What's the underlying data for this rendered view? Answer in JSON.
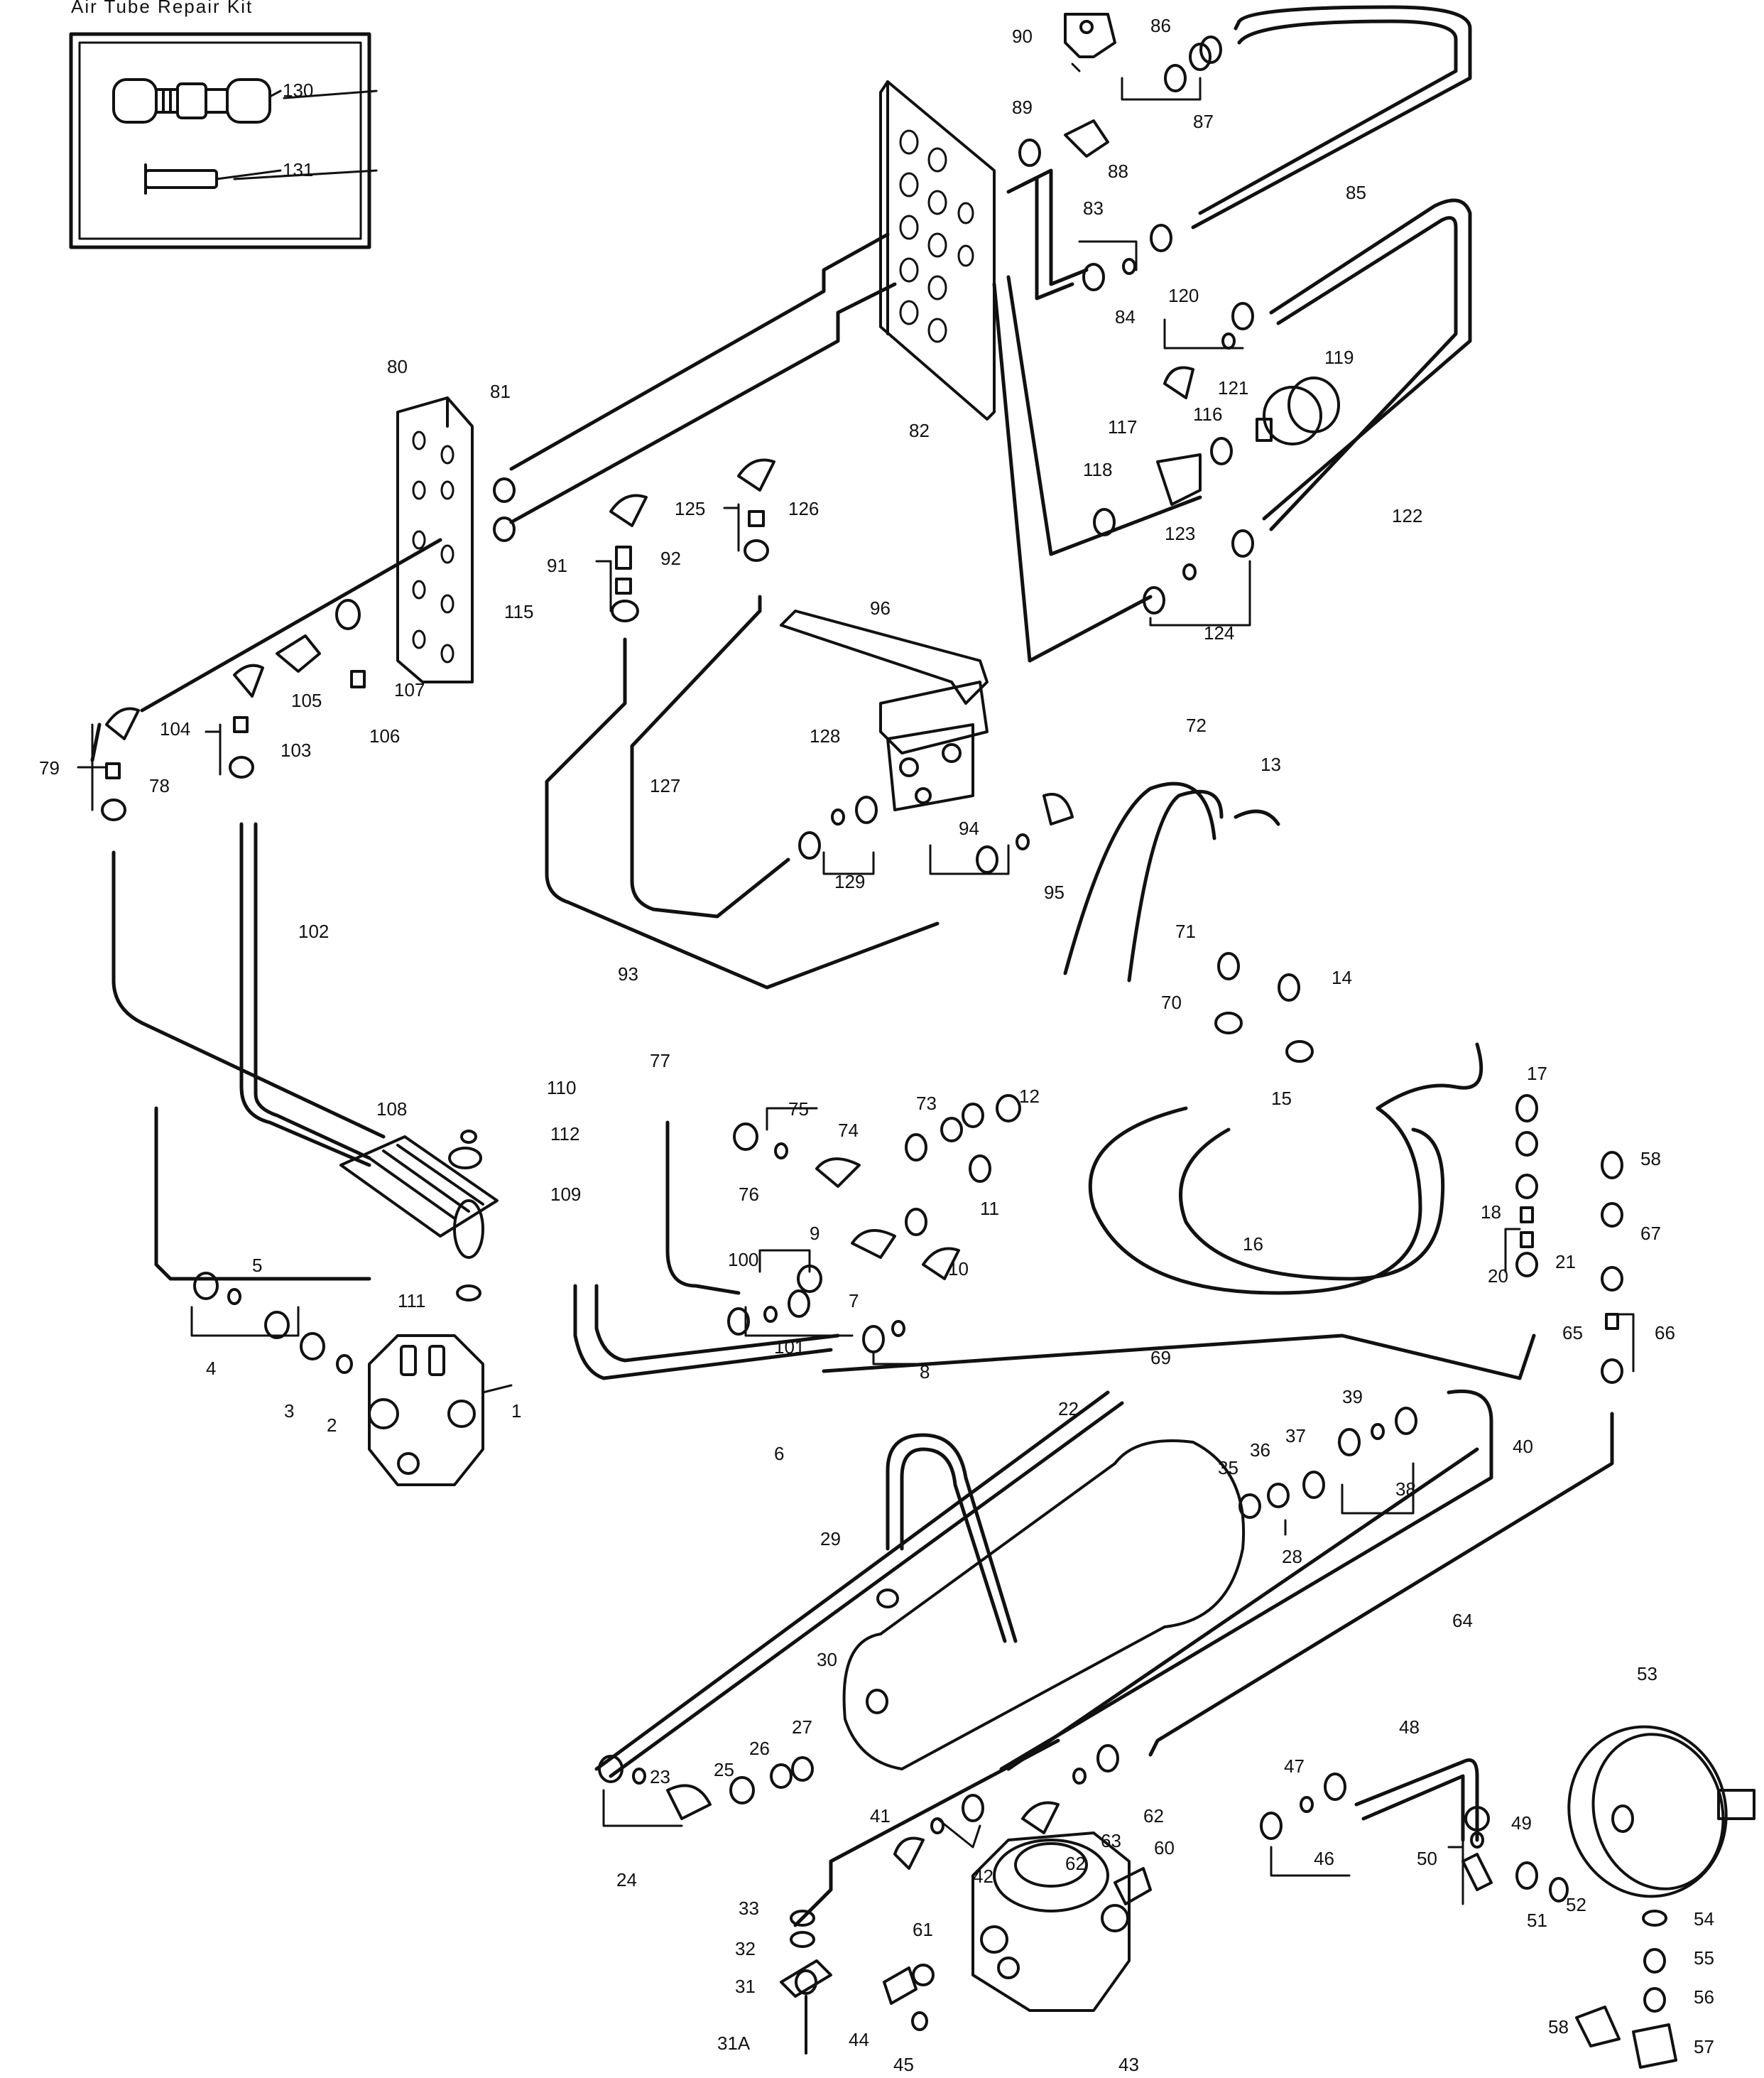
{
  "kit": {
    "title": "Air Tube Repair Kit",
    "items": [
      "130",
      "131"
    ]
  },
  "labels": [
    {
      "id": "kit130",
      "text": "130"
    },
    {
      "id": "kit131",
      "text": "131"
    },
    {
      "id": "l1",
      "text": "1"
    },
    {
      "id": "l2",
      "text": "2"
    },
    {
      "id": "l3",
      "text": "3"
    },
    {
      "id": "l4",
      "text": "4"
    },
    {
      "id": "l5",
      "text": "5"
    },
    {
      "id": "l6",
      "text": "6"
    },
    {
      "id": "l7",
      "text": "7"
    },
    {
      "id": "l8",
      "text": "8"
    },
    {
      "id": "l9",
      "text": "9"
    },
    {
      "id": "l10",
      "text": "10"
    },
    {
      "id": "l11",
      "text": "11"
    },
    {
      "id": "l12",
      "text": "12"
    },
    {
      "id": "l13",
      "text": "13"
    },
    {
      "id": "l14",
      "text": "14"
    },
    {
      "id": "l15",
      "text": "15"
    },
    {
      "id": "l16",
      "text": "16"
    },
    {
      "id": "l17",
      "text": "17"
    },
    {
      "id": "l18",
      "text": "18"
    },
    {
      "id": "l20",
      "text": "20"
    },
    {
      "id": "l21",
      "text": "21"
    },
    {
      "id": "l22",
      "text": "22"
    },
    {
      "id": "l23",
      "text": "23"
    },
    {
      "id": "l24",
      "text": "24"
    },
    {
      "id": "l25",
      "text": "25"
    },
    {
      "id": "l26",
      "text": "26"
    },
    {
      "id": "l27",
      "text": "27"
    },
    {
      "id": "l28",
      "text": "28"
    },
    {
      "id": "l29",
      "text": "29"
    },
    {
      "id": "l30",
      "text": "30"
    },
    {
      "id": "l31",
      "text": "31"
    },
    {
      "id": "l31A",
      "text": "31A"
    },
    {
      "id": "l32",
      "text": "32"
    },
    {
      "id": "l33",
      "text": "33"
    },
    {
      "id": "l35",
      "text": "35"
    },
    {
      "id": "l36",
      "text": "36"
    },
    {
      "id": "l37",
      "text": "37"
    },
    {
      "id": "l38",
      "text": "38"
    },
    {
      "id": "l39",
      "text": "39"
    },
    {
      "id": "l40",
      "text": "40"
    },
    {
      "id": "l41",
      "text": "41"
    },
    {
      "id": "l42",
      "text": "42"
    },
    {
      "id": "l43",
      "text": "43"
    },
    {
      "id": "l44",
      "text": "44"
    },
    {
      "id": "l45",
      "text": "45"
    },
    {
      "id": "l46",
      "text": "46"
    },
    {
      "id": "l47",
      "text": "47"
    },
    {
      "id": "l48",
      "text": "48"
    },
    {
      "id": "l49",
      "text": "49"
    },
    {
      "id": "l50",
      "text": "50"
    },
    {
      "id": "l51",
      "text": "51"
    },
    {
      "id": "l52",
      "text": "52"
    },
    {
      "id": "l53",
      "text": "53"
    },
    {
      "id": "l54",
      "text": "54"
    },
    {
      "id": "l55",
      "text": "55"
    },
    {
      "id": "l56",
      "text": "56"
    },
    {
      "id": "l57",
      "text": "57"
    },
    {
      "id": "l58b",
      "text": "58"
    },
    {
      "id": "l58",
      "text": "58"
    },
    {
      "id": "l60",
      "text": "60"
    },
    {
      "id": "l61",
      "text": "61"
    },
    {
      "id": "l62a",
      "text": "62"
    },
    {
      "id": "l62b",
      "text": "62"
    },
    {
      "id": "l63",
      "text": "63"
    },
    {
      "id": "l64",
      "text": "64"
    },
    {
      "id": "l65",
      "text": "65"
    },
    {
      "id": "l66",
      "text": "66"
    },
    {
      "id": "l67",
      "text": "67"
    },
    {
      "id": "l69",
      "text": "69"
    },
    {
      "id": "l70",
      "text": "70"
    },
    {
      "id": "l71",
      "text": "71"
    },
    {
      "id": "l72",
      "text": "72"
    },
    {
      "id": "l73",
      "text": "73"
    },
    {
      "id": "l74",
      "text": "74"
    },
    {
      "id": "l75",
      "text": "75"
    },
    {
      "id": "l76",
      "text": "76"
    },
    {
      "id": "l77",
      "text": "77"
    },
    {
      "id": "l78",
      "text": "78"
    },
    {
      "id": "l79",
      "text": "79"
    },
    {
      "id": "l80",
      "text": "80"
    },
    {
      "id": "l81",
      "text": "81"
    },
    {
      "id": "l82",
      "text": "82"
    },
    {
      "id": "l83",
      "text": "83"
    },
    {
      "id": "l84",
      "text": "84"
    },
    {
      "id": "l85",
      "text": "85"
    },
    {
      "id": "l86",
      "text": "86"
    },
    {
      "id": "l87",
      "text": "87"
    },
    {
      "id": "l88",
      "text": "88"
    },
    {
      "id": "l89",
      "text": "89"
    },
    {
      "id": "l90",
      "text": "90"
    },
    {
      "id": "l91",
      "text": "91"
    },
    {
      "id": "l92",
      "text": "92"
    },
    {
      "id": "l93",
      "text": "93"
    },
    {
      "id": "l94",
      "text": "94"
    },
    {
      "id": "l95",
      "text": "95"
    },
    {
      "id": "l96",
      "text": "96"
    },
    {
      "id": "l100",
      "text": "100"
    },
    {
      "id": "l101",
      "text": "101"
    },
    {
      "id": "l102",
      "text": "102"
    },
    {
      "id": "l103",
      "text": "103"
    },
    {
      "id": "l104",
      "text": "104"
    },
    {
      "id": "l105",
      "text": "105"
    },
    {
      "id": "l106",
      "text": "106"
    },
    {
      "id": "l107",
      "text": "107"
    },
    {
      "id": "l108",
      "text": "108"
    },
    {
      "id": "l109",
      "text": "109"
    },
    {
      "id": "l110",
      "text": "110"
    },
    {
      "id": "l111",
      "text": "111"
    },
    {
      "id": "l112",
      "text": "112"
    },
    {
      "id": "l115",
      "text": "115"
    },
    {
      "id": "l116",
      "text": "116"
    },
    {
      "id": "l117",
      "text": "117"
    },
    {
      "id": "l118",
      "text": "118"
    },
    {
      "id": "l119",
      "text": "119"
    },
    {
      "id": "l120",
      "text": "120"
    },
    {
      "id": "l121",
      "text": "121"
    },
    {
      "id": "l122",
      "text": "122"
    },
    {
      "id": "l123",
      "text": "123"
    },
    {
      "id": "l124",
      "text": "124"
    },
    {
      "id": "l125",
      "text": "125"
    },
    {
      "id": "l126",
      "text": "126"
    },
    {
      "id": "l127",
      "text": "127"
    },
    {
      "id": "l128",
      "text": "128"
    },
    {
      "id": "l129",
      "text": "129"
    }
  ]
}
